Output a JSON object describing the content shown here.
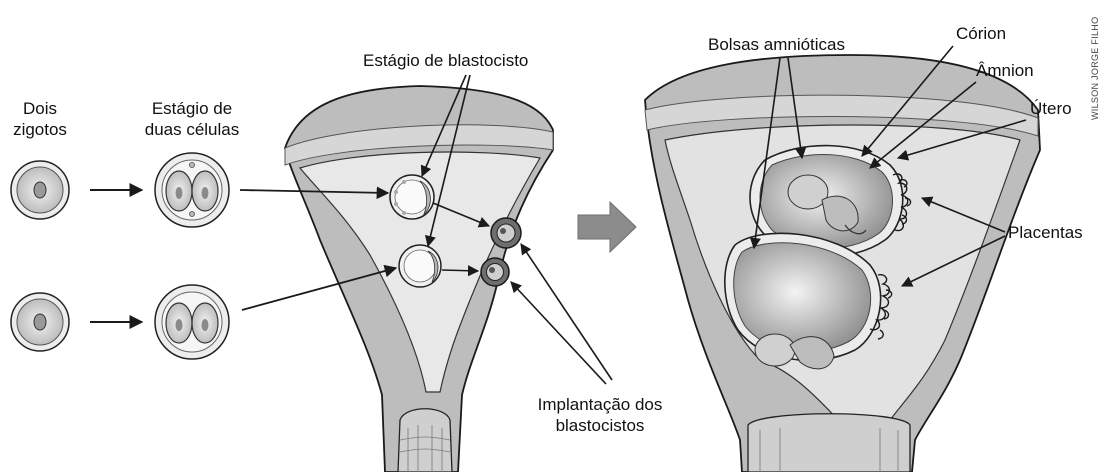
{
  "labels": {
    "dois_zigotos": [
      "Dois",
      "zigotos"
    ],
    "duas_celulas": [
      "Estágio de",
      "duas células"
    ],
    "blastocisto": "Estágio de blastocisto",
    "implantacao": [
      "Implantação dos",
      "blastocistos"
    ],
    "bolsas": "Bolsas amnióticas",
    "corion": "Córion",
    "amnion": "Âmnion",
    "utero": "Útero",
    "placentas": "Placentas",
    "credit": "WILSON JORGE FILHO"
  },
  "colors": {
    "uterus_wall": "#bdbdbd",
    "uterus_cavity": "#e6e6e6",
    "uterus_rim": "#d4d4d4",
    "line": "#1a1a1a",
    "cell_fill": "#d9d9d9",
    "fetus": "#9a9a9a",
    "arrow_big": "#8c8c8c"
  }
}
